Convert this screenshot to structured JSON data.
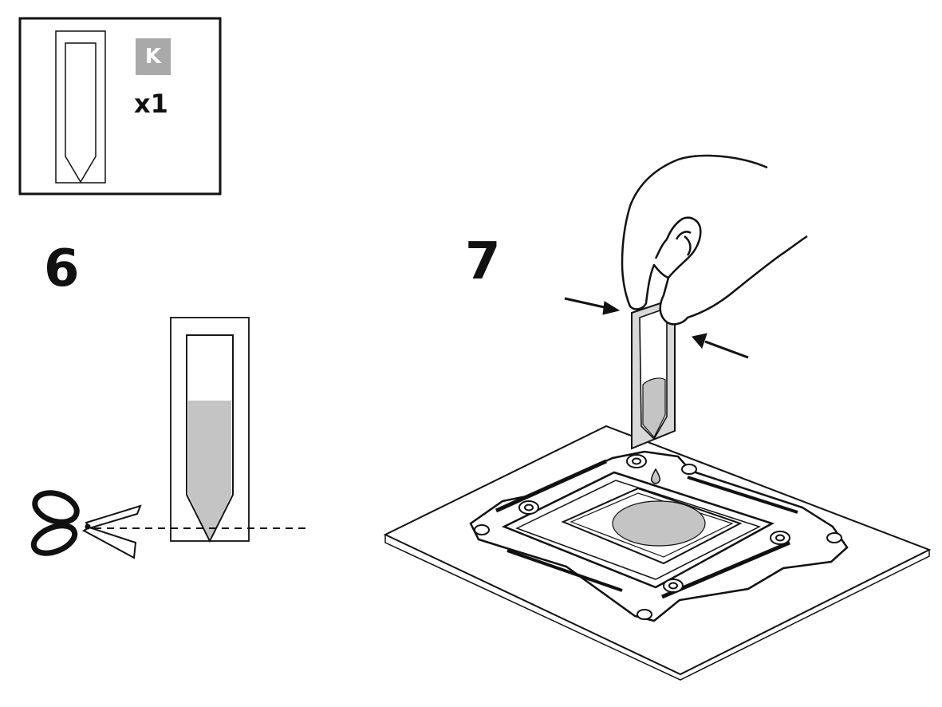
{
  "kit_box": {
    "badge_letter": "K",
    "quantity": "x1"
  },
  "steps": [
    {
      "number": "6"
    },
    {
      "number": "7"
    }
  ],
  "colors": {
    "line": "#111111",
    "fill_gray": "#c4c4c4",
    "badge_gray": "#a9a9a9",
    "background": "#ffffff"
  }
}
